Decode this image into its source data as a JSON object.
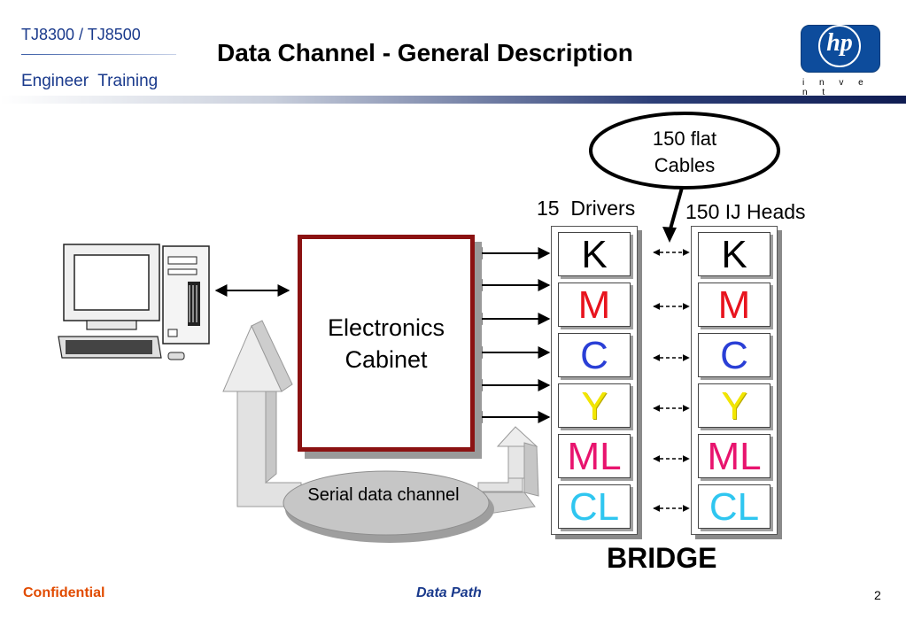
{
  "header": {
    "product": "TJ8300 / TJ8500",
    "subtitle": "Engineer  Training",
    "title": "Data Channel - General Description",
    "logo_text": "hp",
    "logo_tagline": "i n v e n t"
  },
  "diagram": {
    "cabinet_line1": "Electronics",
    "cabinet_line2": "Cabinet",
    "serial_label": "Serial data channel",
    "callout_line1": "150 flat",
    "callout_line2": "Cables",
    "drivers_label": "15  Drivers",
    "heads_label": "150 IJ Heads",
    "bridge_label": "BRIDGE",
    "channels": [
      {
        "label": "K",
        "color": "#000000"
      },
      {
        "label": "M",
        "color": "#e8141e"
      },
      {
        "label": "C",
        "color": "#2a3fd6"
      },
      {
        "label": "Y",
        "color": "#f2e600"
      },
      {
        "label": "ML",
        "color": "#e8146e"
      },
      {
        "label": "CL",
        "color": "#2fc6f0"
      }
    ]
  },
  "footer": {
    "confidential": "Confidential",
    "section": "Data Path",
    "page": "2"
  }
}
